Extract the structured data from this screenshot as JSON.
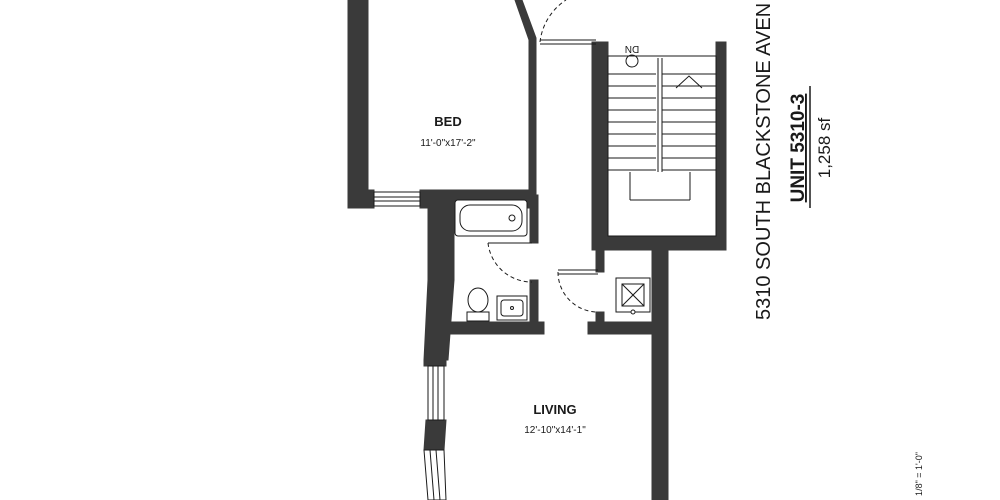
{
  "rooms": {
    "bed": {
      "name": "BED",
      "dims": "11'-0\"x17'-2\""
    },
    "living": {
      "name": "LIVING",
      "dims": "12'-10\"x14'-1\""
    }
  },
  "stair": {
    "label": "DN"
  },
  "address": "5310 SOUTH BLACKSTONE AVEN",
  "unit": {
    "title": "UNIT 5310-3",
    "area": "1,258 sf"
  },
  "scale": "1/8\" = 1'-0\"",
  "colors": {
    "wall": "#3a3a3a",
    "line": "#1a1a1a",
    "background": "#ffffff"
  }
}
